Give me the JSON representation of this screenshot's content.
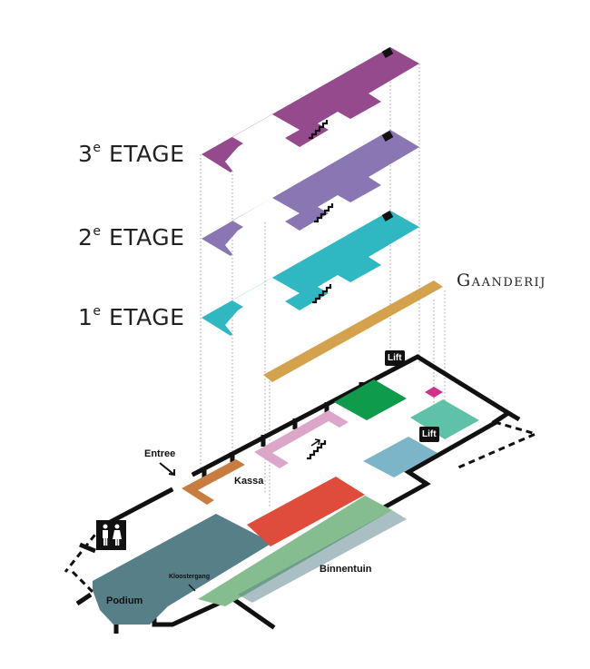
{
  "floors": [
    {
      "num": "3",
      "suffix": "e",
      "word": "ETAGE",
      "color": "#944a8c"
    },
    {
      "num": "2",
      "suffix": "e",
      "word": "ETAGE",
      "color": "#8a76b3"
    },
    {
      "num": "1",
      "suffix": "e",
      "word": "ETAGE",
      "color": "#2fb8c2"
    }
  ],
  "gaanderij": {
    "label": "Gaanderij",
    "color": "#d4a24c"
  },
  "ground": {
    "entree": "Entree",
    "kassa": "Kassa",
    "podium": "Podium",
    "kloostergang": "Kloostergang",
    "binnentuin": "Binnentuin",
    "lift_top": "Lift",
    "lift_mid": "Lift"
  },
  "colors": {
    "podium": "#567f87",
    "red_area": "#e04c3b",
    "green_strip": "#85bd8f",
    "dark_green": "#0e9b4c",
    "teal_area": "#5fc1a7",
    "blue_area": "#7cb5c8",
    "pink_path": "#dca6c9",
    "kassa": "#c87c40",
    "magenta": "#d2308f"
  },
  "icons": [
    "stairs-icon",
    "toilet-icon",
    "entrance-arrow-icon",
    "lift-icon"
  ]
}
